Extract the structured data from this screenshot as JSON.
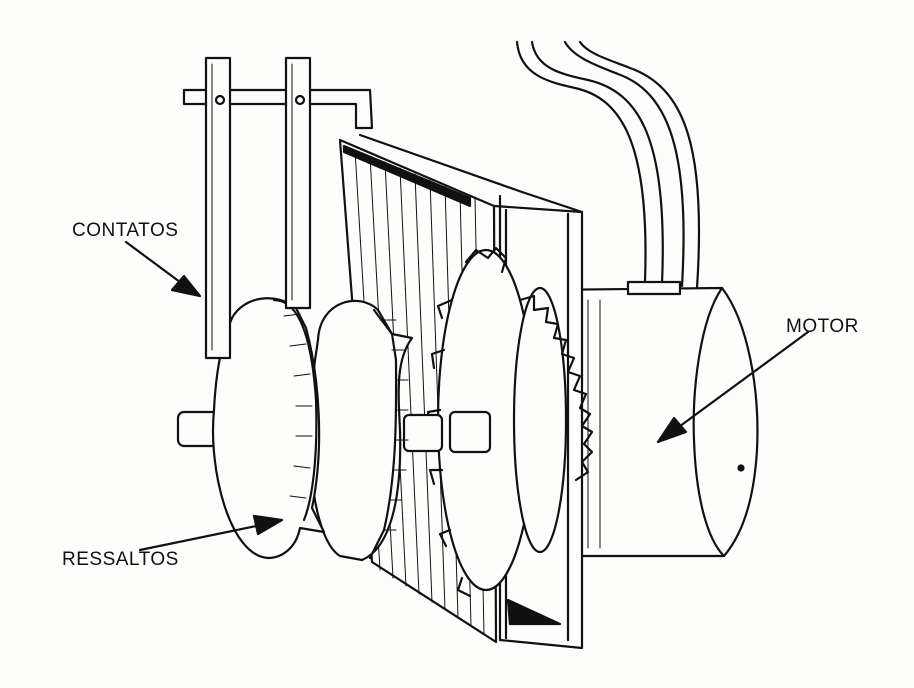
{
  "labels": {
    "contatos": "CONTATOS",
    "ressaltos": "RESSALTOS",
    "motor": "MOTOR"
  },
  "colors": {
    "ink": "#111111",
    "paper": "#fdfdfb"
  }
}
